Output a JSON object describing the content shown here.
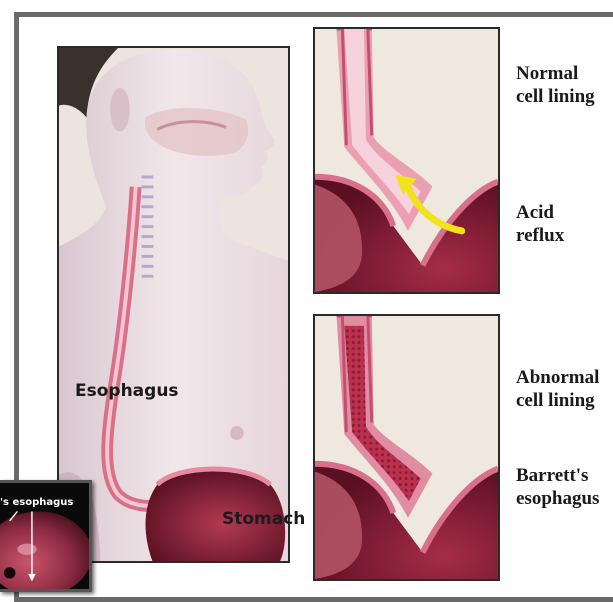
{
  "labels": {
    "esophagus": "Esophagus",
    "stomach": "Stomach",
    "normal_lining": [
      "Normal",
      "cell lining"
    ],
    "acid_reflux": [
      "Acid",
      "reflux"
    ],
    "abnormal_lining": [
      "Abnormal",
      "cell lining"
    ],
    "barretts": [
      "Barrett's",
      "esophagus"
    ]
  },
  "inset": {
    "caption": "'s esophagus"
  },
  "colors": {
    "frame": "#6a6a6a",
    "tissue_pink": "#d9708a",
    "stomach_red": "#8e2238",
    "arrow_yellow": "#f2e21a",
    "skin": "#e9dde3"
  }
}
